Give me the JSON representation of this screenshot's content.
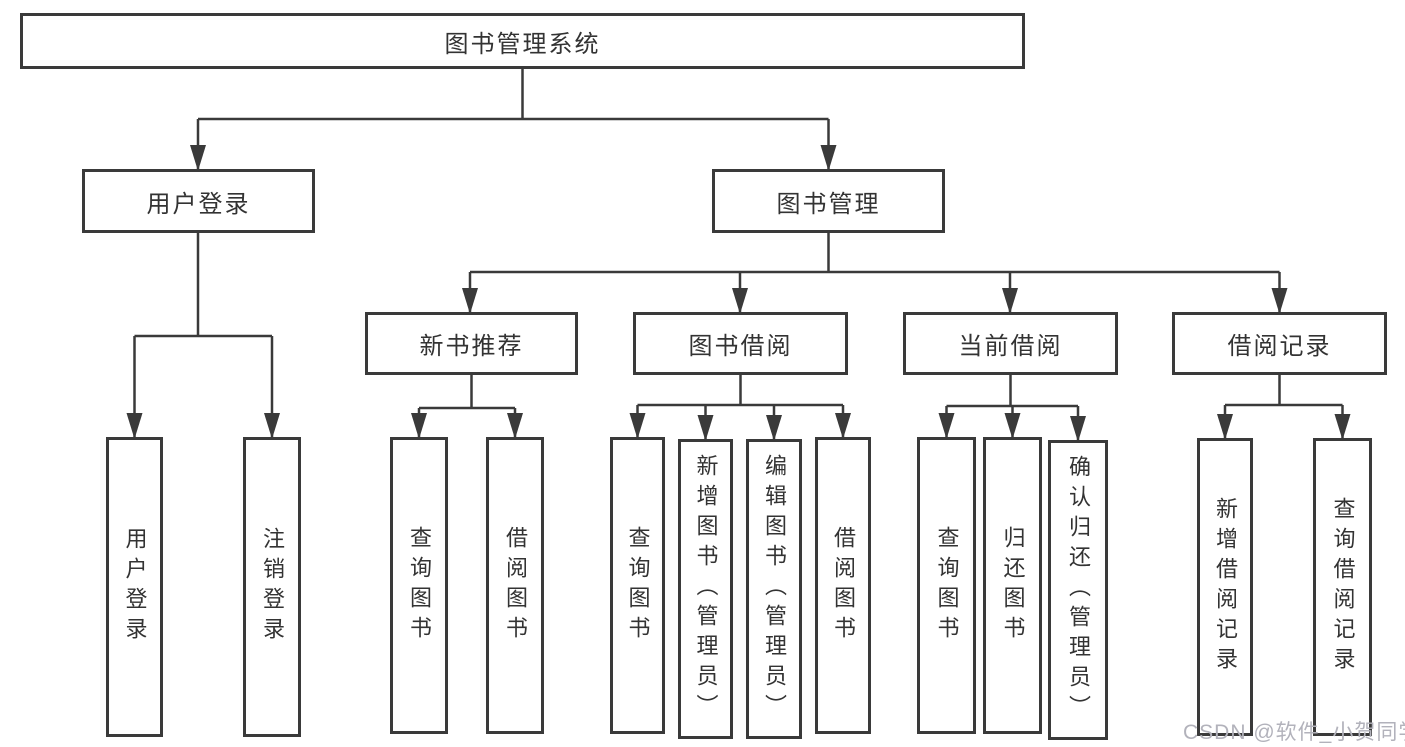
{
  "diagram": {
    "root": {
      "label": "图书管理系统"
    },
    "branches": [
      {
        "label": "用户登录",
        "children": [
          {
            "label": "用户登录"
          },
          {
            "label": "注销登录"
          }
        ]
      },
      {
        "label": "图书管理",
        "children": [
          {
            "label": "新书推荐",
            "children": [
              {
                "label": "查询图书"
              },
              {
                "label": "借阅图书"
              }
            ]
          },
          {
            "label": "图书借阅",
            "children": [
              {
                "label": "查询图书"
              },
              {
                "label": "新增图书（管理员）"
              },
              {
                "label": "编辑图书（管理员）"
              },
              {
                "label": "借阅图书"
              }
            ]
          },
          {
            "label": "当前借阅",
            "children": [
              {
                "label": "查询图书"
              },
              {
                "label": "归还图书"
              },
              {
                "label": "确认归还（管理员）"
              }
            ]
          },
          {
            "label": "借阅记录",
            "children": [
              {
                "label": "新增借阅记录"
              },
              {
                "label": "查询借阅记录"
              }
            ]
          }
        ]
      }
    ]
  },
  "watermark": {
    "text": "CSDN @软件_小贺同学"
  },
  "colors": {
    "line": "#3a3a3a",
    "box_border": "#3a3a3a",
    "text": "#333333",
    "background": "#ffffff",
    "watermark": "#b2b2bb"
  }
}
